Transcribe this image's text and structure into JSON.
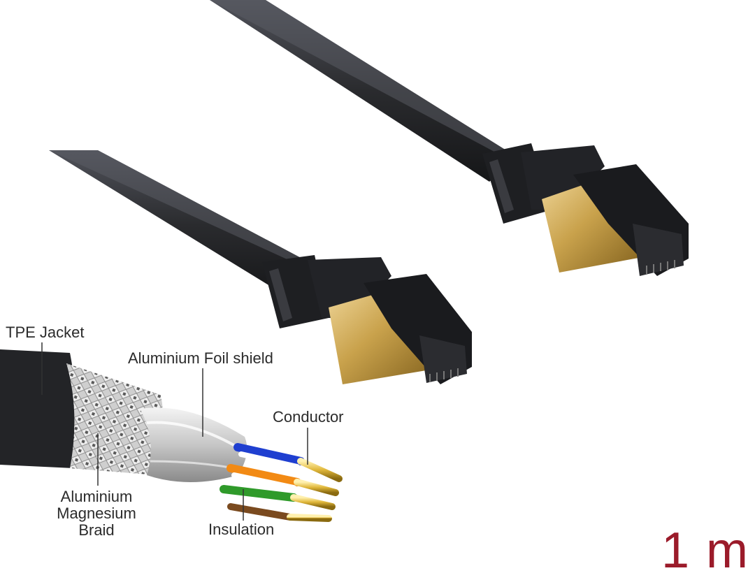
{
  "labels": {
    "tpe_jacket": "TPE Jacket",
    "foil_shield": "Aluminium Foil shield",
    "conductor": "Conductor",
    "braid_line1": "Aluminium",
    "braid_line2": "Magnesium",
    "braid_line3": "Braid",
    "insulation": "Insulation"
  },
  "length": "1 m",
  "colors": {
    "cable": "#2a2b2e",
    "connector_gold": "#c9a24c",
    "boot": "#1e1f22",
    "length_text": "#9b1b2a",
    "wire_blue": "#1f3fd0",
    "wire_orange": "#f28a14",
    "wire_green": "#2f9a2a",
    "wire_brown": "#7a4a1f"
  }
}
